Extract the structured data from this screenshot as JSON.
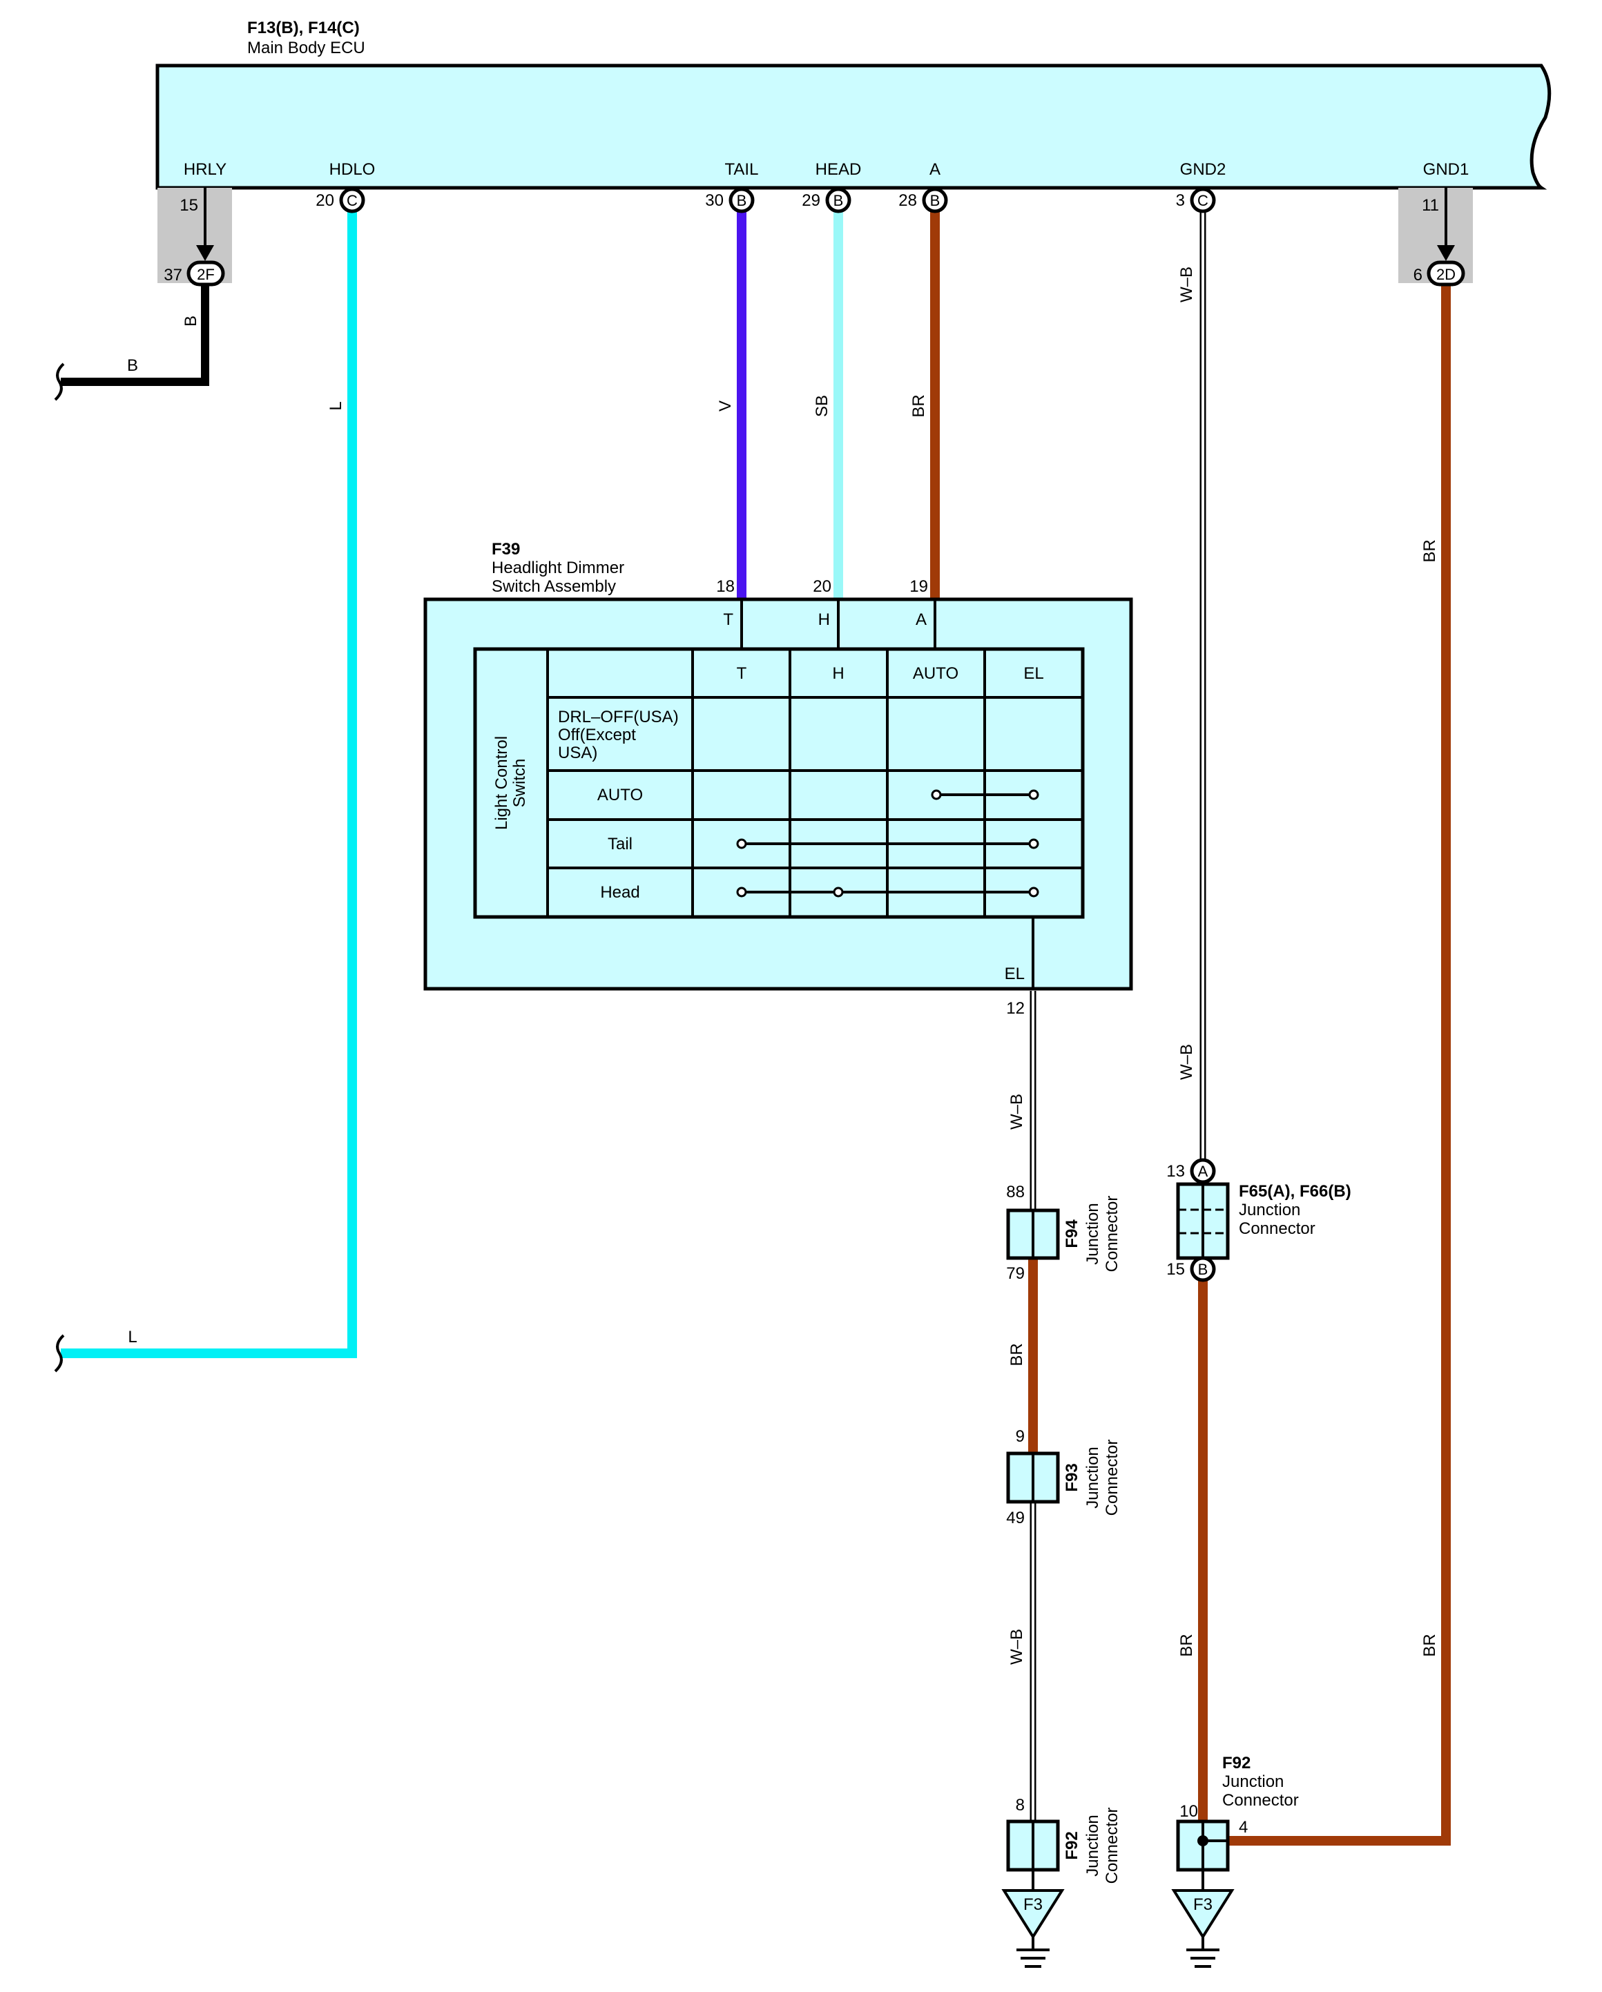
{
  "colors": {
    "box_fill": "#ccfcff",
    "connector_gray": "#c8c8c8",
    "wire_black": "#000000",
    "wire_blue_L": "#00f0f5",
    "wire_violet_V": "#4b14f0",
    "wire_skyblue_SB": "#9af8f8",
    "wire_brown_BR": "#a03a08",
    "wire_white_black_WB": "#000000"
  },
  "ecu": {
    "title": "F13(B), F14(C)",
    "subtitle": "Main Body ECU",
    "terminals": {
      "hrly": {
        "name": "HRLY",
        "pin": "15"
      },
      "hdlo": {
        "name": "HDLO",
        "pin": "20",
        "conn": "C"
      },
      "tail": {
        "name": "TAIL",
        "pin": "30",
        "conn": "B"
      },
      "head": {
        "name": "HEAD",
        "pin": "29",
        "conn": "B"
      },
      "a": {
        "name": "A",
        "pin": "28",
        "conn": "B"
      },
      "gnd2": {
        "name": "GND2",
        "pin": "3",
        "conn": "C"
      },
      "gnd1": {
        "name": "GND1",
        "pin": "11"
      }
    },
    "junction_2f": {
      "label": "2F",
      "pin": "37"
    },
    "junction_2d": {
      "label": "2D",
      "pin": "6"
    }
  },
  "wires": {
    "b_vertical": "B",
    "b_horizontal": "B",
    "l_vertical": "L",
    "l_horizontal": "L",
    "v": "V",
    "sb": "SB",
    "br_a": "BR",
    "wb_gnd2_top": "W–B",
    "wb_gnd2_low": "W–B",
    "br_gnd1_top": "BR",
    "br_gnd1_low": "BR",
    "wb_el": "W–B",
    "br_f94_f93": "BR",
    "wb_f93_f92": "W–B",
    "br_f65_f92": "BR"
  },
  "switch": {
    "code": "F39",
    "name_line1": "Headlight Dimmer",
    "name_line2": "Switch Assembly",
    "pin_t": "18",
    "pin_h": "20",
    "pin_a": "19",
    "term_t": "T",
    "term_h": "H",
    "term_a": "A",
    "term_el": "EL",
    "pin_el": "12",
    "side_label_line1": "Light Control",
    "side_label_line2": "Switch",
    "columns": [
      "T",
      "H",
      "AUTO",
      "EL"
    ],
    "rows": [
      {
        "line1": "DRL–OFF(USA)",
        "line2": "Off(Except",
        "line3": "USA)"
      },
      {
        "line1": "AUTO"
      },
      {
        "line1": "Tail"
      },
      {
        "line1": "Head"
      }
    ]
  },
  "f94": {
    "code": "F94",
    "name1": "Junction",
    "name2": "Connector",
    "pin_top": "88",
    "pin_bottom": "79"
  },
  "f93": {
    "code": "F93",
    "name1": "Junction",
    "name2": "Connector",
    "pin_top": "9",
    "pin_bottom": "49"
  },
  "f92_left": {
    "code": "F92",
    "name1": "Junction",
    "name2": "Connector",
    "pin_top": "8"
  },
  "f92_right": {
    "code": "F92",
    "name1": "Junction",
    "name2": "Connector",
    "pin_left": "10",
    "pin_right": "4"
  },
  "f65": {
    "code": "F65(A), F66(B)",
    "name1": "Junction",
    "name2": "Connector",
    "pin_top": "13",
    "conn_top": "A",
    "pin_bottom": "15",
    "conn_bottom": "B"
  },
  "grounds": {
    "left": "F3",
    "right": "F3"
  }
}
